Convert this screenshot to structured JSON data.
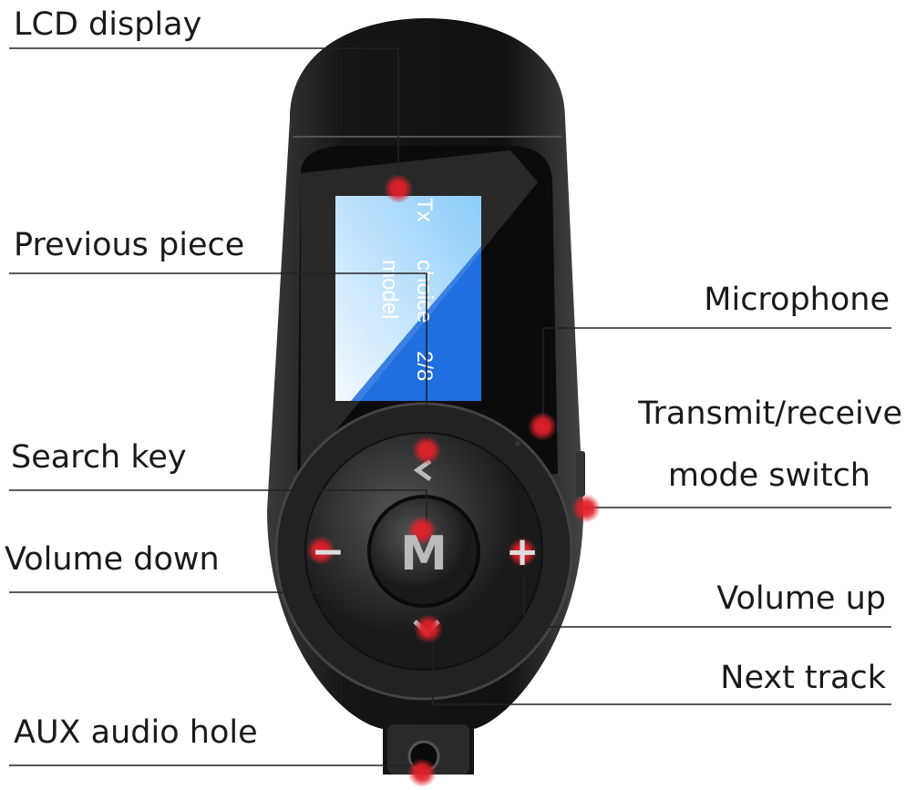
{
  "labels": {
    "lcd_display": "LCD display",
    "previous_piece": "Previous piece",
    "microphone": "Microphone",
    "transmit_line1": "Transmit/receive",
    "transmit_line2": "mode switch",
    "search_key": "Search key",
    "volume_down": "Volume down",
    "volume_up": "Volume up",
    "next_track": "Next track",
    "aux_audio_hole": "AUX audio hole"
  },
  "screen": {
    "line1": "Tx",
    "line2": "choice",
    "line3": "model",
    "counter": "2/8"
  },
  "buttons": {
    "menu": "M",
    "plus": "+",
    "minus": "−"
  },
  "colors": {
    "marker": "#e0202a",
    "screen_light": "#8fd0fb",
    "screen_dark": "#1f6fe0",
    "body": "#1c1c1c"
  }
}
